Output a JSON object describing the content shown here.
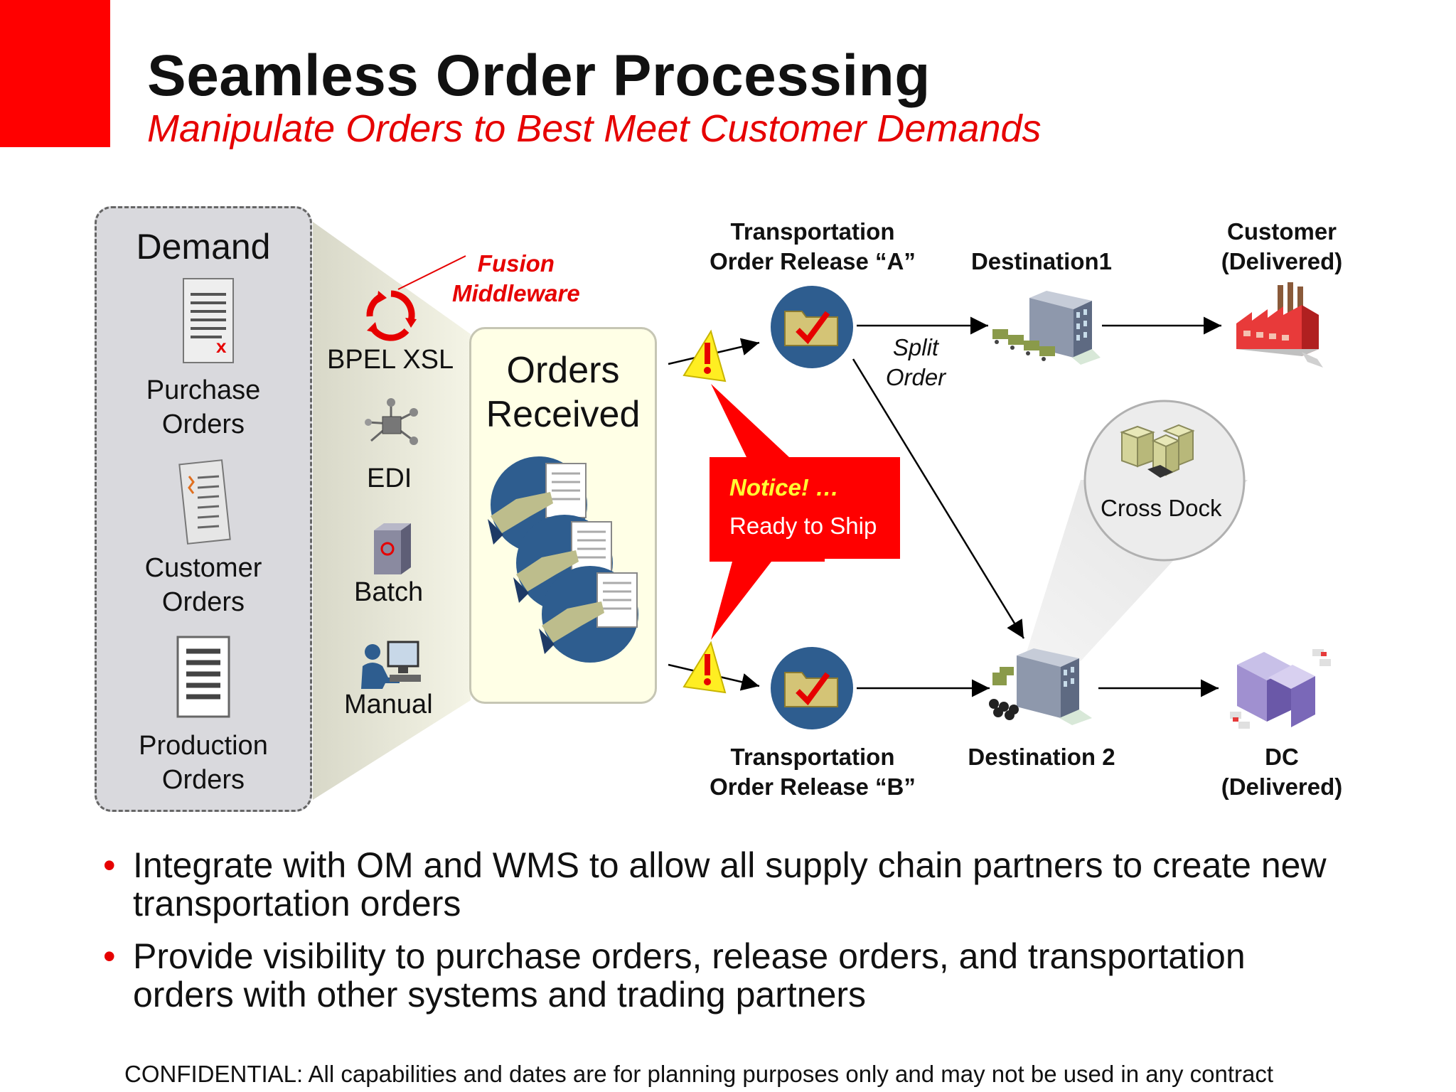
{
  "header": {
    "title": "Seamless Order Processing",
    "subtitle": "Manipulate Orders to Best Meet Customer Demands"
  },
  "demand": {
    "title": "Demand",
    "items": [
      {
        "line1": "Purchase",
        "line2": "Orders"
      },
      {
        "line1": "Customer",
        "line2": "Orders"
      },
      {
        "line1": "Production",
        "line2": "Orders"
      }
    ]
  },
  "sources": {
    "fusion_line1": "Fusion",
    "fusion_line2": "Middleware",
    "items": [
      "BPEL XSL",
      "EDI",
      "Batch",
      "Manual"
    ]
  },
  "orders_received": {
    "line1": "Orders",
    "line2": "Received"
  },
  "release_a": {
    "line1": "Transportation",
    "line2": "Order Release “A”"
  },
  "release_b": {
    "line1": "Transportation",
    "line2": "Order Release “B”"
  },
  "split": {
    "line1": "Split",
    "line2": "Order"
  },
  "notice": {
    "title": "Notice!  …",
    "text": "Ready to Ship"
  },
  "destination1": "Destination1",
  "destination2": "Destination 2",
  "customer": {
    "line1": "Customer",
    "line2": "(Delivered)"
  },
  "dc": {
    "line1": "DC",
    "line2": "(Delivered)"
  },
  "cross_dock": "Cross Dock",
  "bullets": [
    {
      "line1": "Integrate with OM and WMS to allow all supply chain partners to create new",
      "line2": "transportation orders"
    },
    {
      "line1": "Provide visibility to purchase orders, release orders, and transportation",
      "line2": "orders with other systems and trading partners"
    }
  ],
  "footer": "CONFIDENTIAL:  All capabilities and dates are for planning purposes only and may not be used in any contract",
  "colors": {
    "accent": "#ff0000",
    "folder_circle": "#2e5d8f",
    "notice_text": "#ffff33"
  }
}
